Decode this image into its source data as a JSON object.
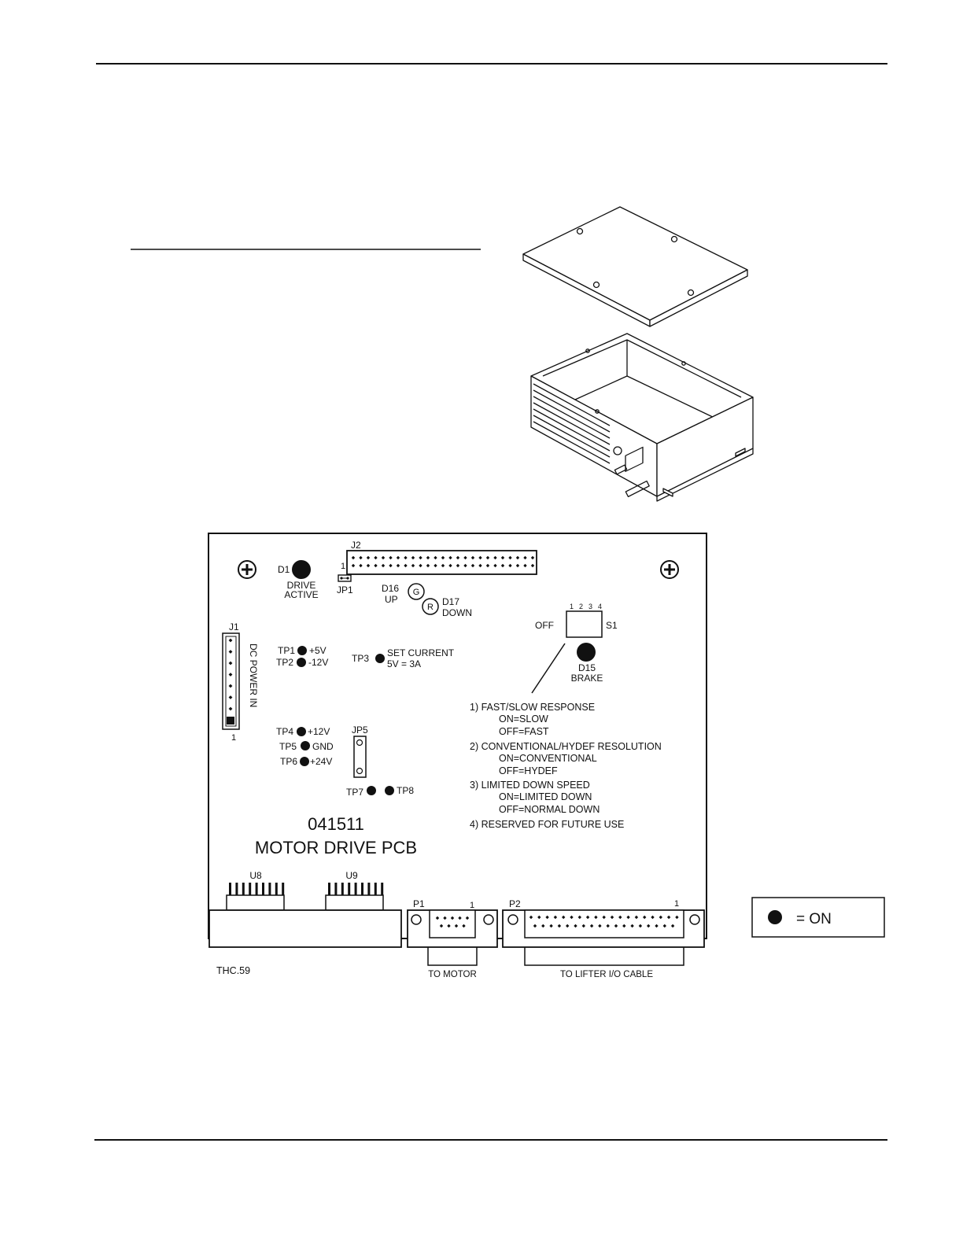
{
  "enclosure": {},
  "pcb": {
    "part_number": "041511",
    "title": "MOTOR DRIVE PCB",
    "figure_id": "THC.59",
    "d1": {
      "label": "D1",
      "text1": "DRIVE",
      "text2": "ACTIVE"
    },
    "jp1": {
      "label": "JP1",
      "pin1": "1"
    },
    "j2": {
      "label": "J2"
    },
    "d16": {
      "label": "D16",
      "text": "UP",
      "letter": "G"
    },
    "d17": {
      "label": "D17",
      "text": "DOWN",
      "letter": "R"
    },
    "s1": {
      "label": "S1",
      "off_label": "OFF",
      "positions": [
        "1",
        "2",
        "3",
        "4"
      ]
    },
    "d15": {
      "label": "D15",
      "text": "BRAKE"
    },
    "j1": {
      "label": "J1",
      "vertical_text": "DC POWER IN",
      "pin1": "1"
    },
    "tp1": {
      "label": "TP1",
      "value": "+5V"
    },
    "tp2": {
      "label": "TP2",
      "value": "-12V"
    },
    "tp3": {
      "label": "TP3",
      "line1": "SET CURRENT",
      "line2": "5V = 3A"
    },
    "tp4": {
      "label": "TP4",
      "value": "+12V"
    },
    "tp5": {
      "label": "TP5",
      "value": "GND"
    },
    "tp6": {
      "label": "TP6",
      "value": "+24V"
    },
    "tp7": {
      "label": "TP7"
    },
    "tp8": {
      "label": "TP8"
    },
    "jp5": {
      "label": "JP5"
    },
    "u8": {
      "label": "U8"
    },
    "u9": {
      "label": "U9"
    },
    "p1": {
      "label": "P1",
      "pin1": "1",
      "caption": "TO MOTOR"
    },
    "p2": {
      "label": "P2",
      "pin1": "1",
      "caption": "TO LIFTER I/O CABLE"
    },
    "switch_notes": [
      "1) FAST/SLOW RESPONSE",
      "ON=SLOW",
      "OFF=FAST",
      "2) CONVENTIONAL/HYDEF RESOLUTION",
      "ON=CONVENTIONAL",
      "OFF=HYDEF",
      "3) LIMITED DOWN SPEED",
      "ON=LIMITED DOWN",
      "OFF=NORMAL DOWN",
      "4) RESERVED FOR FUTURE USE"
    ]
  },
  "legend": {
    "text": "= ON"
  }
}
